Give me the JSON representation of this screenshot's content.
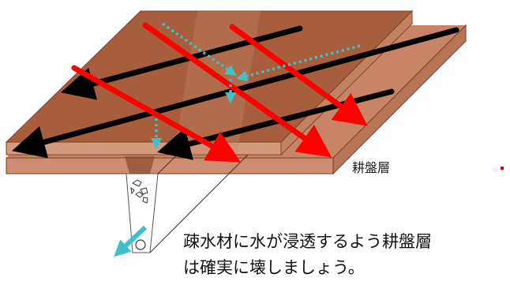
{
  "layer_label": "耕盤層",
  "caption": {
    "line1": "疎水材に水が浸透するよう耕盤層",
    "line2": "は確実に壊しましょう。"
  },
  "colors": {
    "soil_top": "#a65e3c",
    "soil_light": "#d49a7c",
    "soil_edge": "#cf8e71",
    "red_arrow": "#ff0000",
    "black_arrow": "#000000",
    "water_arrow": "#3ec1c8"
  }
}
